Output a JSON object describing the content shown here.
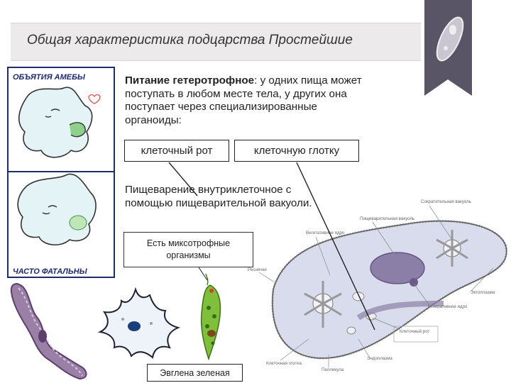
{
  "title": "Общая характеристика подцарства Простейшие",
  "amoeba_panel": {
    "top_caption": "ОБЪЯТИЯ АМЕБЫ",
    "bottom_caption": "ЧАСТО ФАТАЛЬНЫ"
  },
  "nutrition": {
    "bold": "Питание гетеротрофное",
    "rest": ": у одних пища может поступать в любом месте тела, у других она поступает через специализированные органоиды:"
  },
  "boxes": {
    "mouth": "клеточный рот",
    "throat": "клеточную глотку",
    "mixotroph": "Есть миксотрофные организмы",
    "euglena": "Эвглена зеленая"
  },
  "digestion": "Пищеварение внутриклеточное с помощью пищеварительной вакуоли.",
  "paramecium_labels": {
    "contractile_vacuole": "Сократительная вакуоль",
    "digestive_vacuole": "Пищеварительная вакуоль",
    "vegetative_nucleus": "Вегетативное ядро",
    "cilia": "Реснички",
    "ectoplasm": "Эктоплазма",
    "generative_nucleus": "Генеративное ядро",
    "cell_mouth": "Клеточный рот",
    "endoplasm": "Эндоплазма",
    "cell_gullet": "Клеточная глотка",
    "pellicle": "Пелликула"
  },
  "colors": {
    "title_bg": "#eceaea",
    "ribbon": "#5a5566",
    "amoeba_fill": "#e4f3f6",
    "paramecium_fill": "#d9dcec",
    "vacuole_purple": "#8b7fa7"
  }
}
